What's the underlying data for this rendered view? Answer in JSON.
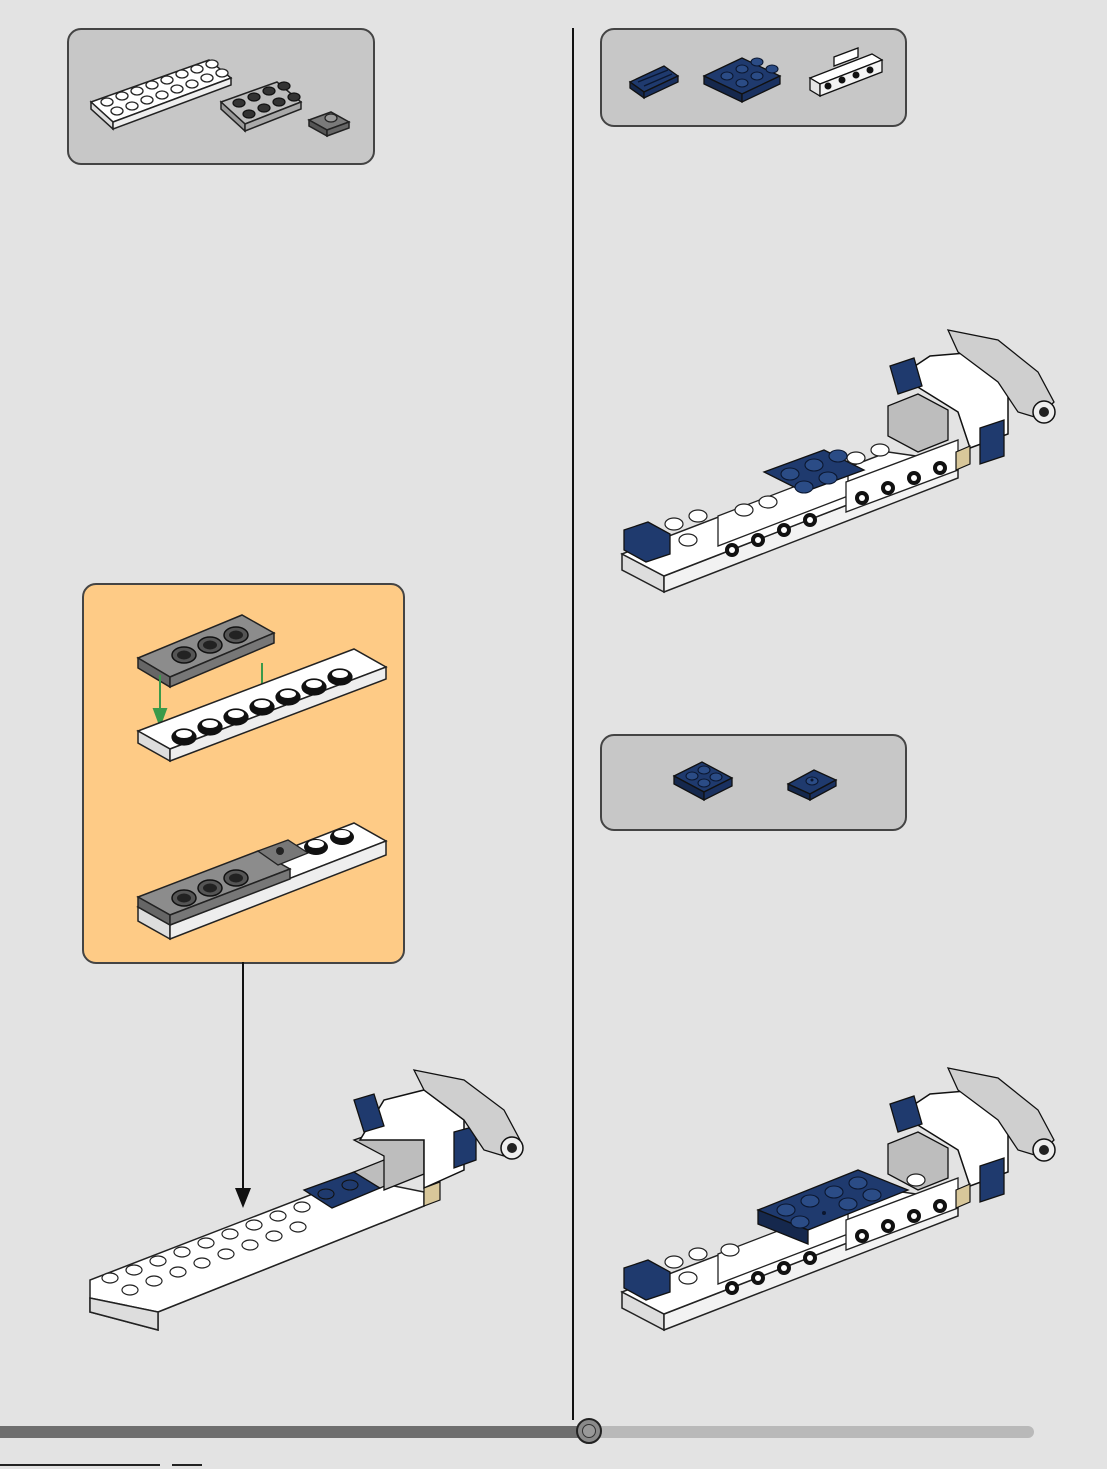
{
  "page": {
    "colors": {
      "background": "#e3e3e3",
      "parts_box": "#c7c7c7",
      "detail_box": "#fecb86",
      "brick_white": "#ffffff",
      "brick_light_gray": "#bdbdbd",
      "brick_dark_gray": "#7a7a7a",
      "brick_dark_blue": "#1f3a6e",
      "brick_tan": "#d8c79a"
    }
  },
  "steps": [
    {
      "parts": [
        "white-plate-2x8",
        "light-gray-plate-2x4",
        "dark-gray-plate-1x2"
      ],
      "detail_callout": [
        "dark-gray-plate-1x3",
        "white-plate-1x8"
      ]
    },
    {
      "parts": [
        "dark-blue-grille-tile",
        "dark-blue-plate-2x3",
        "white-bracket-1x4"
      ]
    },
    {
      "parts": [
        "dark-blue-plate-2x3",
        "dark-blue-jumper-plate-1x2"
      ]
    }
  ],
  "progress": {
    "fraction": 0.57
  }
}
